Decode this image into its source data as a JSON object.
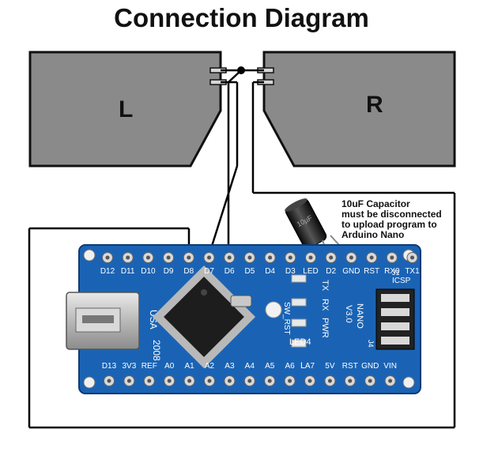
{
  "title": "Connection Diagram",
  "pads": {
    "left": "L",
    "right": "R"
  },
  "capacitor": {
    "note_lines": [
      "10uF Capacitor",
      "must be disconnected",
      "to upload program to",
      "Arduino Nano"
    ],
    "body_text": "10µF"
  },
  "board": {
    "top_pins": [
      "D12",
      "D11",
      "D10",
      "D9",
      "D8",
      "D7",
      "D6",
      "D5",
      "D4",
      "D3",
      "LED",
      "D2",
      "GND",
      "RST",
      "RX0",
      "TX1"
    ],
    "bottom_pins": [
      "D13",
      "3V3",
      "REF",
      "A0",
      "A1",
      "A2",
      "A3",
      "A4",
      "A5",
      "A6",
      "A7",
      "5V",
      "RST",
      "GND",
      "VIN"
    ],
    "silk": {
      "usa": "USA",
      "year": "2008",
      "tx": "TX",
      "rx": "RX",
      "pwr": "PWR",
      "led4": "LED4",
      "l": "L",
      "sw_rst": "SW_RST",
      "nano": "NANO",
      "version": "V3.0",
      "icsp": "ICSP",
      "j1": "J1",
      "j4": "J4"
    }
  },
  "colors": {
    "pad_fill": "#8a8a8a",
    "board_blue": "#1a63b4",
    "wire": "#000000"
  }
}
